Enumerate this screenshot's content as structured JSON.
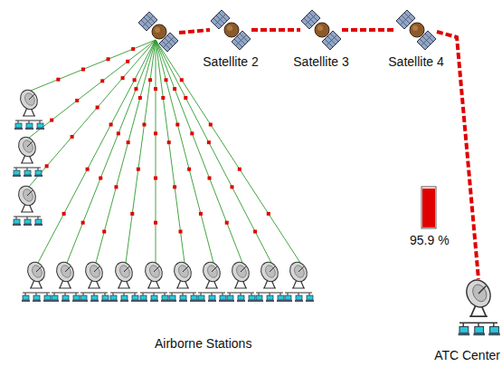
{
  "diagram": {
    "nodes": [
      {
        "text": [
          "Satellite 2"
        ]
      },
      {
        "text": [
          "Satellite 3"
        ]
      },
      {
        "text": [
          "Satellite 4"
        ]
      },
      {
        "text": [
          "ATC Center"
        ]
      }
    ],
    "edges": [
      {
        "from": 0,
        "to": 1,
        "arrow": "none"
      },
      {
        "from": 1,
        "to": 2,
        "arrow": "none"
      },
      {
        "from": 2,
        "to": 3,
        "arrow": "none"
      }
    ],
    "labels": [
      "95.9 %",
      "Airborne Stations"
    ]
  }
}
